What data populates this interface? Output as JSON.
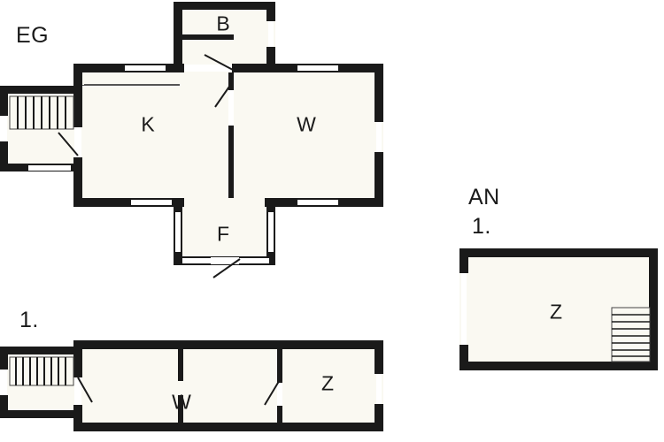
{
  "document": {
    "kind": "floor-plan",
    "background_color": "#ffffff",
    "wall_color": "#1a1a1a",
    "room_fill_color": "#faf9f2",
    "window_fill_color": "#ffffff",
    "text_color": "#1a1a1a"
  },
  "plans": [
    {
      "id": "eg",
      "label": "EG",
      "rooms": [
        {
          "key": "b",
          "label": "B"
        },
        {
          "key": "k",
          "label": "K"
        },
        {
          "key": "w",
          "label": "W"
        },
        {
          "key": "f",
          "label": "F"
        }
      ]
    },
    {
      "id": "first-floor",
      "label": "1.",
      "rooms": [
        {
          "key": "w",
          "label": "W"
        },
        {
          "key": "z",
          "label": "Z"
        }
      ]
    },
    {
      "id": "an",
      "label": "AN",
      "sublabel": "1.",
      "rooms": [
        {
          "key": "z",
          "label": "Z"
        }
      ]
    }
  ],
  "labels": {
    "eg": "EG",
    "first_floor": "1.",
    "an": "AN",
    "an_level": "1."
  },
  "room_labels": {
    "b": "B",
    "k": "K",
    "w": "W",
    "f": "F",
    "first_w": "W",
    "first_z": "Z",
    "an_z": "Z"
  }
}
